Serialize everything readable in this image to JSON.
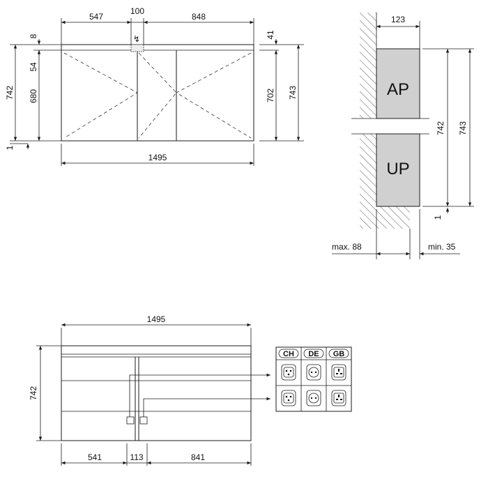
{
  "top_view": {
    "width_left": "547",
    "width_socket": "100",
    "width_right": "848",
    "top_gap": "8",
    "offset_54": "54",
    "height_680": "680",
    "height_742": "742",
    "bottom_gap": "1",
    "total_width": "1495",
    "right_gap": "41",
    "height_702": "702",
    "height_743": "743",
    "power_symbol": "↯"
  },
  "side_view": {
    "depth": "123",
    "label_ap": "AP",
    "label_up": "UP",
    "height_742": "742",
    "height_743": "743",
    "bottom_gap": "1",
    "max_label": "max. 88",
    "min_label": "min. 35"
  },
  "bottom_view": {
    "total_width": "1495",
    "height": "742",
    "w_left": "541",
    "w_mid": "113",
    "w_right": "841",
    "sockets": {
      "headers": [
        "CH",
        "DE",
        "GB"
      ]
    }
  },
  "colors": {
    "cabinet_fill": "#d0d0d0",
    "line": "#1a1a1a"
  }
}
